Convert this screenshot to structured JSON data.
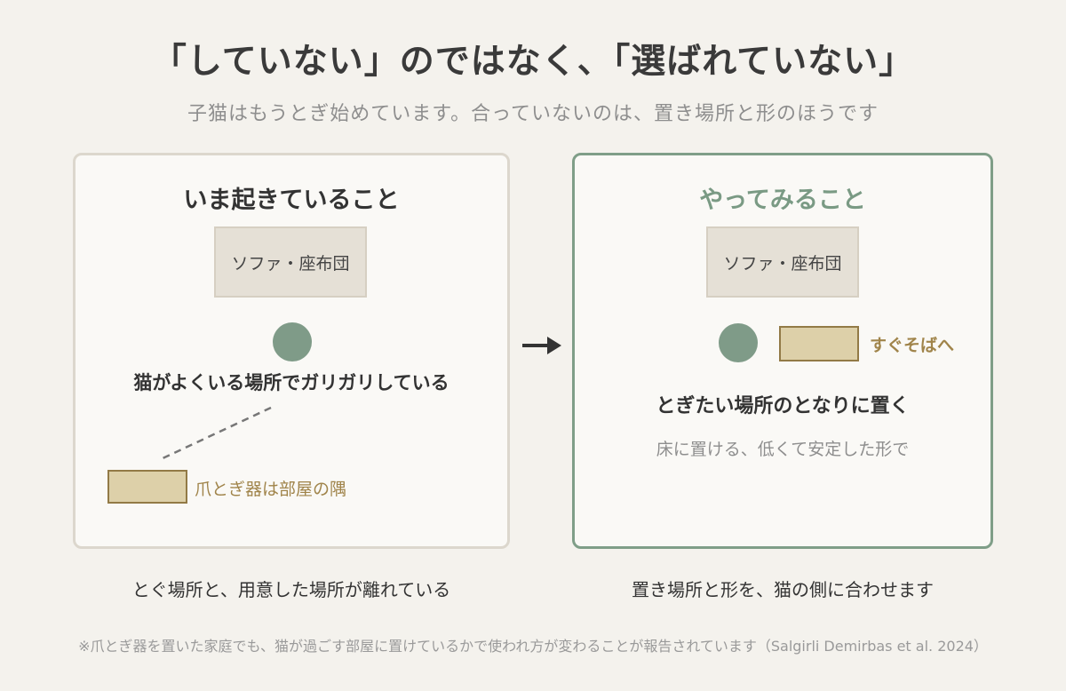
{
  "title": "「していない」のではなく、「選ばれていない」",
  "subtitle": "子猫はもうとぎ始めています。合っていないのは、置き場所と形のほうです",
  "left_panel": {
    "heading": "いま起きていること",
    "sofa_label": "ソファ・座布団",
    "cat_text": "猫がよくいる場所でガリガリしている",
    "scratcher_label": "爪とぎ器は部屋の隅",
    "caption": "とぐ場所と、用意した場所が離れている"
  },
  "right_panel": {
    "heading": "やってみること",
    "sofa_label": "ソファ・座布団",
    "scratcher_label": "すぐそばへ",
    "main_text": "とぎたい場所のとなりに置く",
    "sub_text": "床に置ける、低くて安定した形で",
    "caption": "置き場所と形を、猫の側に合わせます"
  },
  "footnote": "※爪とぎ器を置いた家庭でも、猫が過ごす部屋に置けているかで使われ方が変わることが報告されています（Salgirli Demirbas et al. 2024）",
  "colors": {
    "background": "#f4f2ed",
    "accent_green": "#7f9b88",
    "scratcher_fill": "#ddd0a9",
    "scratcher_border": "#927a46",
    "gold_text": "#a0844a"
  },
  "icons": {
    "arrow": "right-arrow-icon"
  }
}
